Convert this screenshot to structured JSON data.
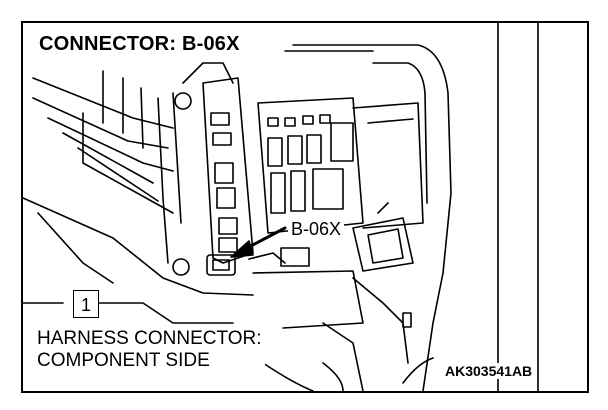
{
  "title": "CONNECTOR: B-06X",
  "callout_label": "B-06X",
  "item_number": "1",
  "harness_line1": "HARNESS CONNECTOR:",
  "harness_line2": "COMPONENT SIDE",
  "figure_code": "AK303541AB"
}
